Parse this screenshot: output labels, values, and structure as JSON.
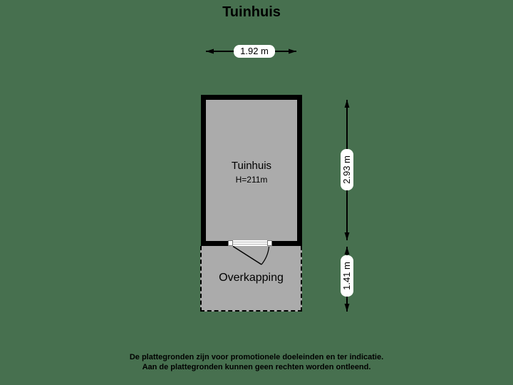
{
  "title": "Tuinhuis",
  "rooms": [
    {
      "name": "Tuinhuis",
      "height_label": "H=211m"
    },
    {
      "name": "Overkapping"
    }
  ],
  "dimensions": {
    "width_top": "1.92 m",
    "height_main": "2.93 m",
    "height_canopy": "1.41 m"
  },
  "disclaimer": {
    "line1": "De plattegronden zijn voor promotionele doeleinden en ter indicatie.",
    "line2": "Aan de plattegronden kunnen geen rechten worden ontleend."
  },
  "colors": {
    "background": "#47704F",
    "room_fill": "#ABABAB",
    "wall": "#000000",
    "dimension_label_bg": "#FFFFFF",
    "text": "#000000"
  }
}
